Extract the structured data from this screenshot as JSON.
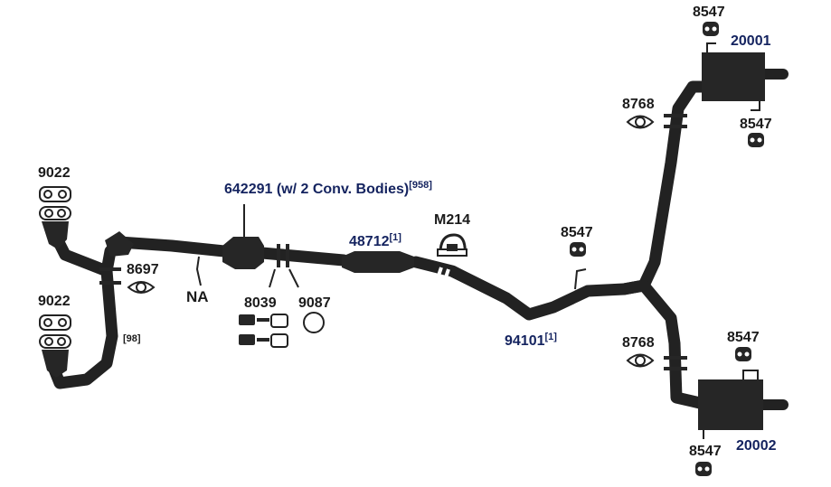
{
  "diagram": {
    "converter_label": "642291 (w/ 2 Conv. Bodies)",
    "converter_sup": "[958]",
    "resonator_label": "48712",
    "resonator_sup": "[1]",
    "mid_pipe_label": "94101",
    "mid_pipe_sup": "[1]",
    "clamp_label": "M214",
    "flange_note": "[98]",
    "hanger_na_label": "NA",
    "bolts_label": "8039",
    "ring_label": "9087",
    "muffler_top_label": "20001",
    "muffler_bottom_label": "20002",
    "manifold_gasket_upper": "9022",
    "manifold_gasket_lower": "9022",
    "flange_gasket_front": "8697",
    "flange_gasket_upper_rear": "8768",
    "flange_gasket_lower_rear": "8768",
    "hanger_top_a": "8547",
    "hanger_top_b": "8547",
    "hanger_mid": "8547",
    "hanger_bottom_a": "8547",
    "hanger_bottom_b": "8547"
  }
}
